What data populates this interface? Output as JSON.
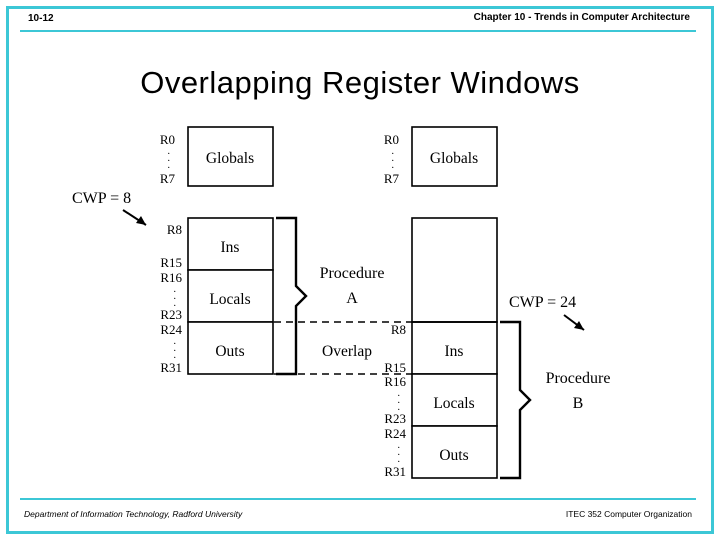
{
  "slide": {
    "number": "10-12",
    "chapter": "Chapter 10 - Trends in Computer Architecture",
    "title": "Overlapping Register Windows",
    "footer_left": "Department of Information Technology, Radford University",
    "footer_right": "ITEC 352 Computer Organization",
    "accent_color": "#3cc7d6"
  },
  "figure": {
    "procedure_a": {
      "globals": {
        "label": "Globals",
        "top_reg": "R0",
        "bottom_reg": "R7",
        "dots": "."
      },
      "cwp_label": "CWP = 8",
      "ins": {
        "label": "Ins",
        "top_reg": "R8",
        "bottom_reg": "R15"
      },
      "locals": {
        "label": "Locals",
        "top_reg": "R16",
        "bottom_reg": "R23"
      },
      "outs": {
        "label": "Outs",
        "top_reg": "R24",
        "bottom_reg": "R31"
      },
      "name": "Procedure A"
    },
    "overlap_label": "Overlap",
    "procedure_b": {
      "globals": {
        "label": "Globals",
        "top_reg": "R0",
        "bottom_reg": "R7"
      },
      "cwp_label": "CWP = 24",
      "ins": {
        "label": "Ins",
        "top_reg": "R8",
        "bottom_reg": "R15"
      },
      "locals": {
        "label": "Locals",
        "top_reg": "R16",
        "bottom_reg": "R23"
      },
      "outs": {
        "label": "Outs",
        "top_reg": "R24",
        "bottom_reg": "R31"
      },
      "name": "Procedure B"
    }
  }
}
